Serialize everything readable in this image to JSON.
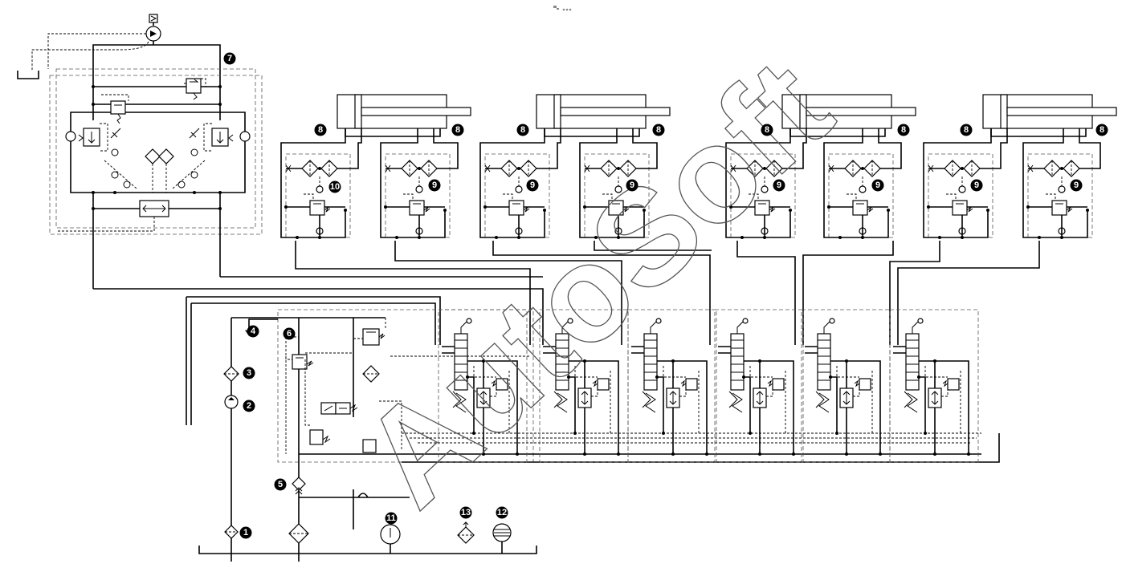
{
  "toolbar": {
    "icon": "viewer-dots-icon"
  },
  "watermark": {
    "text": "AutoSoft"
  },
  "callouts": [
    {
      "id": "pos-1",
      "label": "1"
    },
    {
      "id": "pos-2",
      "label": "2"
    },
    {
      "id": "pos-3",
      "label": "3"
    },
    {
      "id": "pos-4",
      "label": "4"
    },
    {
      "id": "pos-5",
      "label": "5"
    },
    {
      "id": "pos-6",
      "label": "6"
    },
    {
      "id": "pos-7",
      "label": "7"
    },
    {
      "id": "pos-8",
      "label": "8"
    },
    {
      "id": "pos-9",
      "label": "9"
    },
    {
      "id": "pos-10",
      "label": "10"
    },
    {
      "id": "pos-11",
      "label": "11"
    },
    {
      "id": "pos-12",
      "label": "12"
    },
    {
      "id": "pos-13",
      "label": "13"
    }
  ]
}
